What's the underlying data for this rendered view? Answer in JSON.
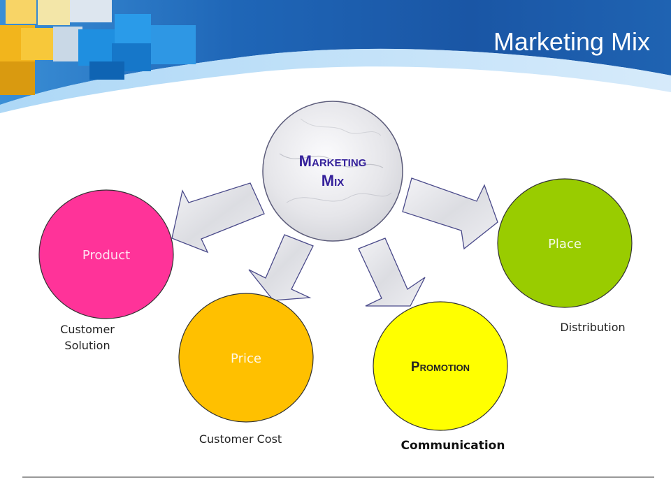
{
  "slide": {
    "title": "Marketing Mix"
  },
  "diagram": {
    "center": {
      "label_line1": "Marketing",
      "label_line2": "Mix"
    },
    "nodes": {
      "product": {
        "label": "Product",
        "caption": "Customer\nSolution",
        "color": "#ff3399"
      },
      "price": {
        "label": "Price",
        "caption": "Customer Cost",
        "color": "#ffc000"
      },
      "promotion": {
        "label": "Promotion",
        "caption": "Communication",
        "color": "#ffff00"
      },
      "place": {
        "label": "Place",
        "caption": "Distribution",
        "color": "#99cc00"
      }
    },
    "colors": {
      "header_blue": "#1c5aa8",
      "label_text": "#35219b",
      "node_text_light": "#ffffff",
      "node_text_dark": "#333333",
      "outline": "#333333",
      "marble": "#e8e8ec"
    }
  }
}
